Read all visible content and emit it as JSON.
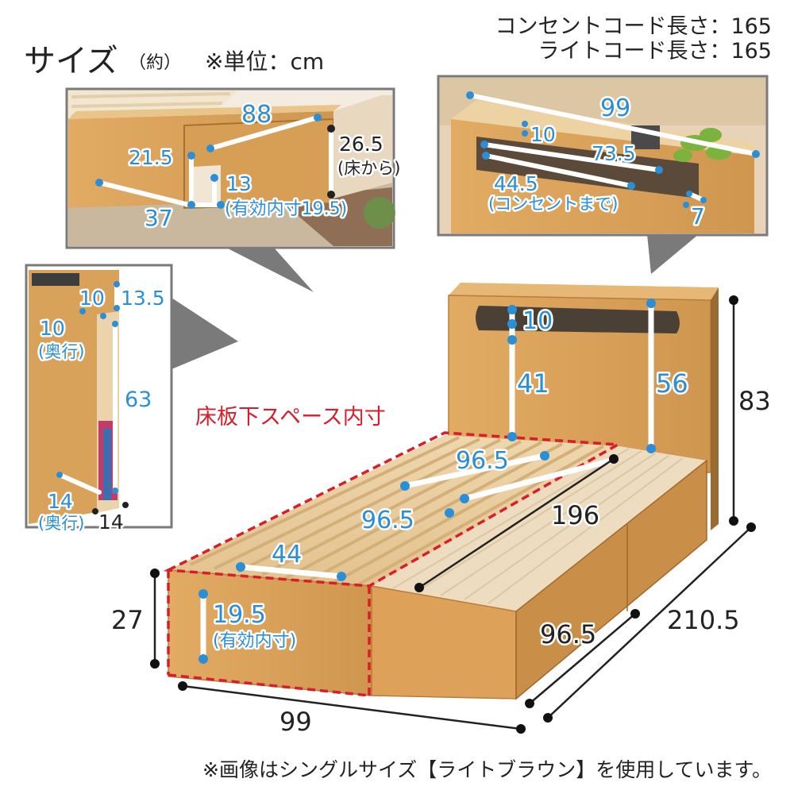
{
  "header": {
    "title": "サイズ",
    "title_note": "（約）",
    "unit_note": "※単位：cm"
  },
  "cords": {
    "outlet_cord": "コンセントコード長さ：165",
    "light_cord": "ライトコード長さ：165"
  },
  "drawer_inset": {
    "width": "88",
    "side_height": "21.5",
    "front_height": "26.5",
    "front_height_note": "(床から)",
    "inner_depth": "13",
    "inner_depth_note": "(有効内寸19.5)",
    "depth": "37"
  },
  "headboard_inset": {
    "width": "99",
    "shelf_depth": "10",
    "shelf_width": "73.5",
    "outlet_pos": "44.5",
    "outlet_pos_note": "(コンセントまで)",
    "end_height": "7"
  },
  "side_inset": {
    "top_width": "10",
    "top_depth": "13.5",
    "shelf_depth": "10",
    "shelf_depth_note": "(奥行)",
    "height": "63",
    "bottom_depth": "14",
    "bottom_depth_note": "(奥行)",
    "bottom_width": "14"
  },
  "main_bed": {
    "underfloor_label": "床板下スペース内寸",
    "slat_width_top": "96.5",
    "slat_width_mid": "96.5",
    "slat_section": "44",
    "inner_length": "196",
    "headboard_shelf": "10",
    "headboard_lower": "41",
    "headboard_inner": "56",
    "total_height": "83",
    "frame_height": "27",
    "inner_height": "19.5",
    "inner_height_note": "(有効内寸)",
    "side_height": "96.5",
    "total_length": "210.5",
    "total_width": "99"
  },
  "footer": {
    "note": "※画像はシングルサイズ【ライトブラウン】を使用しています。"
  },
  "colors": {
    "wood": "#d9a25b",
    "wood_dark": "#b97d3a",
    "dimension_blue": "#2a8fd6",
    "dashed_red": "#d81e2a",
    "frame_gray": "#7a7a7a"
  }
}
